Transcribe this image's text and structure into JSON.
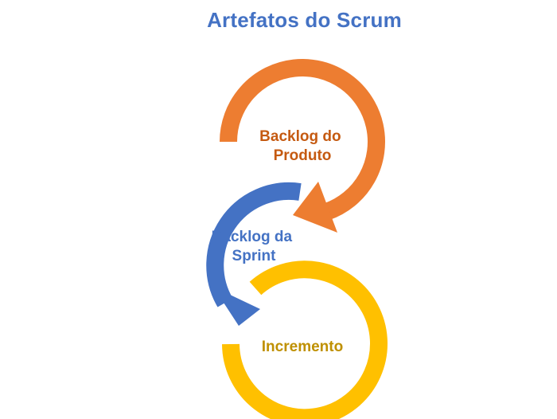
{
  "title": "Artefatos do Scrum",
  "colors": {
    "title": "#4472C4",
    "orange": "#ED7D31",
    "orange_text": "#C55A11",
    "blue": "#4472C4",
    "blue_text": "#4472C4",
    "yellow": "#FFC000",
    "yellow_text": "#BF9000"
  },
  "artifacts": [
    {
      "line1": "Backlog do",
      "line2": "Produto",
      "color": "orange"
    },
    {
      "line1": "Backlog da",
      "line2": "Sprint",
      "color": "blue"
    },
    {
      "line1": "Incremento",
      "line2": "",
      "color": "yellow"
    }
  ]
}
